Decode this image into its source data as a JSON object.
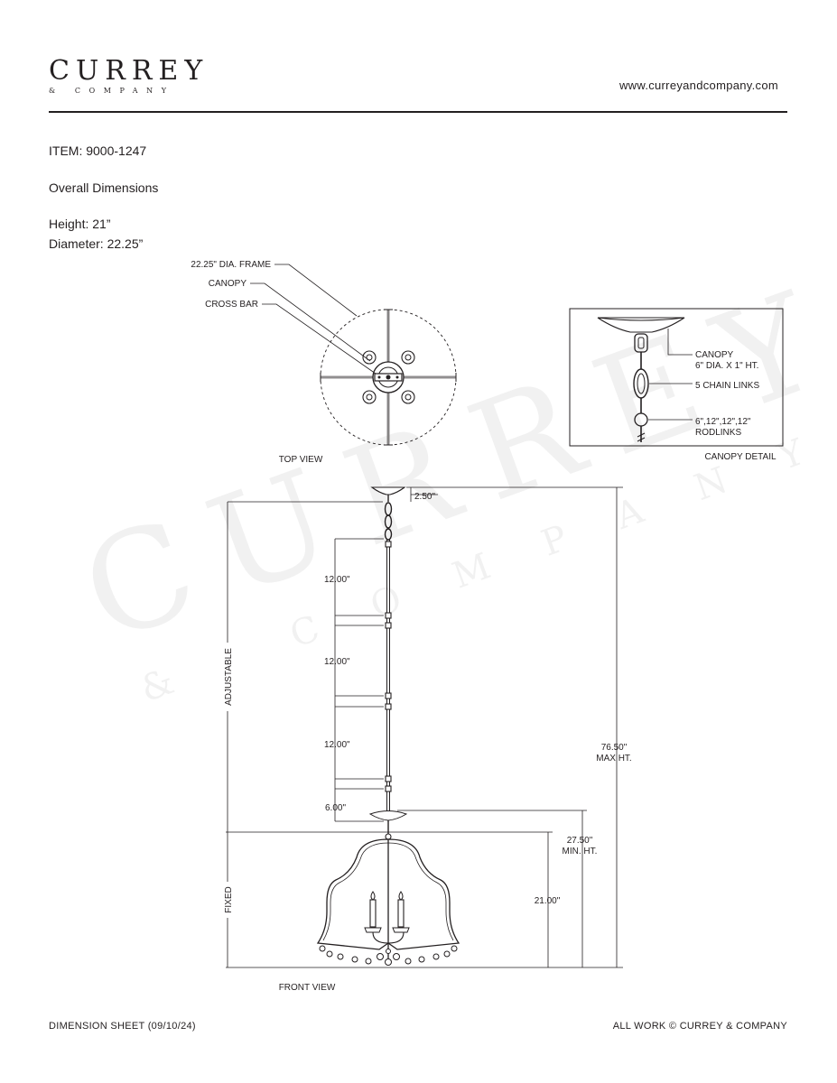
{
  "header": {
    "logo_main": "CURREY",
    "logo_sub": "& COMPANY",
    "website": "www.curreyandcompany.com"
  },
  "item": {
    "label": "ITEM: 9000-1247",
    "overall_dimensions": "Overall Dimensions",
    "height": "Height: 21”",
    "diameter": "Diameter: 22.25”"
  },
  "top_view": {
    "frame_label": "22.25\" DIA. FRAME",
    "canopy_label": "CANOPY",
    "cross_bar_label": "CROSS BAR",
    "caption": "TOP VIEW"
  },
  "canopy_detail": {
    "canopy_line1": "CANOPY",
    "canopy_line2": "6\" DIA. X 1\" HT.",
    "chain_links": "5 CHAIN LINKS",
    "rodlinks_line1": "6\",12\",12\",12\"",
    "rodlinks_line2": "RODLINKS",
    "caption": "CANOPY DETAIL"
  },
  "front_view": {
    "canopy_dim": "2.50\"",
    "rod1": "12.00\"",
    "rod2": "12.00\"",
    "rod3": "12.00\"",
    "rod4": "6.00\"",
    "max_ht_value": "76.50\"",
    "max_ht_label": "MAX HT.",
    "min_ht_value": "27.50\"",
    "min_ht_label": "MIN. HT.",
    "body_height": "21.00\"",
    "adjustable": "ADJUSTABLE",
    "fixed": "FIXED",
    "caption": "FRONT VIEW"
  },
  "watermark": {
    "main": "CURREY",
    "sub": "& COMPANY"
  },
  "footer": {
    "left": "DIMENSION SHEET (09/10/24)",
    "right": "ALL WORK © CURREY & COMPANY"
  }
}
